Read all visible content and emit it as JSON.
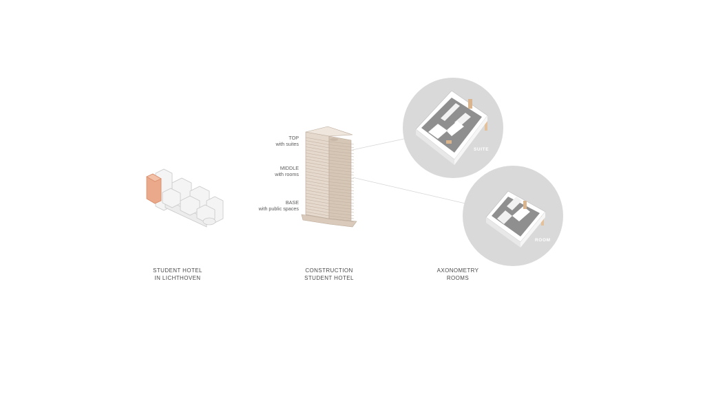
{
  "site": {
    "caption_line1": "STUDENT HOTEL",
    "caption_line2": "IN LICHTHOVEN",
    "highlight_color": "#e9a98a"
  },
  "tower": {
    "caption_line1": "CONSTRUCTION",
    "caption_line2": "STUDENT HOTEL",
    "tiers": [
      {
        "title": "TOP",
        "subtitle": "with suites"
      },
      {
        "title": "MIDDLE",
        "subtitle": "with rooms"
      },
      {
        "title": "BASE",
        "subtitle": "with public spaces"
      }
    ],
    "color": "#e3d6cb"
  },
  "rooms": {
    "caption_line1": "AXONOMETRY",
    "caption_line2": "ROOMS",
    "suite_label": "SUITE",
    "room_label": "ROOM",
    "circle_color": "#d9d9d9"
  }
}
